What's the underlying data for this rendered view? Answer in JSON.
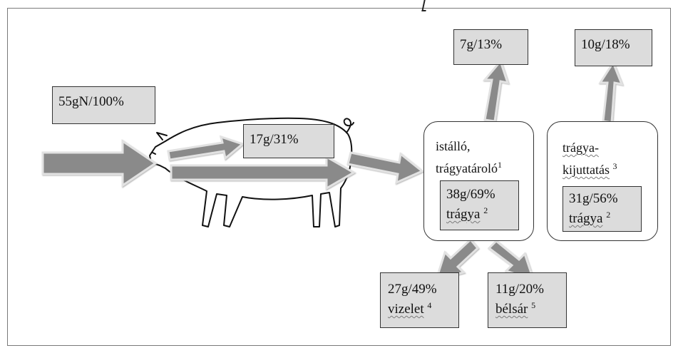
{
  "input": {
    "label": "55gN/100%"
  },
  "pig_retained": {
    "label": "17g/31%"
  },
  "top_left": {
    "label": "7g/13%"
  },
  "top_right": {
    "label": "10g/18%"
  },
  "stable": {
    "line1": "istálló,",
    "line2": "trágyatároló",
    "sup": "1"
  },
  "stable_manure": {
    "value": "38g/69%",
    "name": "trágya",
    "sup": "2"
  },
  "spreading": {
    "line1": "trágya-",
    "line2": "kijuttatás",
    "sup": "3"
  },
  "spread_manure": {
    "value": "31g/56%",
    "name": "trágya",
    "sup": "2"
  },
  "urine": {
    "value": "27g/49%",
    "name": "vizelet",
    "sup": "4"
  },
  "feces": {
    "value": "11g/20%",
    "name": "bélsár",
    "sup": "5"
  }
}
